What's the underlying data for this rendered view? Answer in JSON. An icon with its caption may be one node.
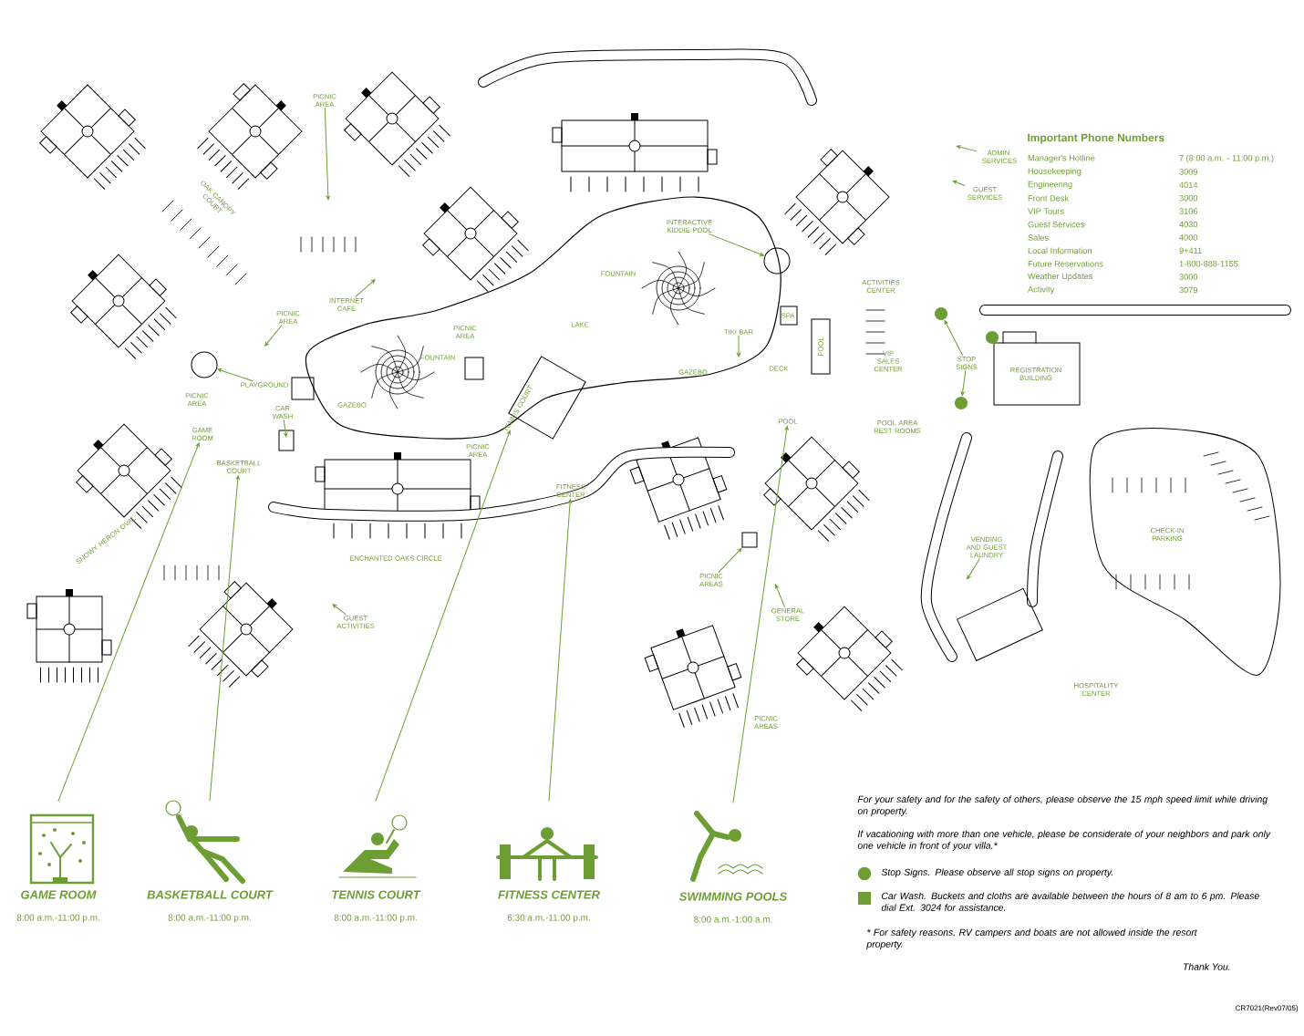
{
  "diagram": {
    "nodes": [
      {
        "text": [
          "GAME ROOM",
          "8:00 a.m.-11:00 p.m."
        ]
      },
      {
        "text": [
          "BASKETBALL COURT",
          "8:00 a.m.-11:00 p.m."
        ]
      },
      {
        "text": [
          "TENNIS COURT",
          "8:00 a.m.-11:00 p.m."
        ]
      },
      {
        "text": [
          "FITNESS CENTER",
          "6:30 a.m.-11:00 p.m."
        ]
      },
      {
        "text": [
          "SWIMMING POOLS",
          "8:00 a.m.-1:00 a.m."
        ]
      },
      {
        "text": [
          "GAME ROOM"
        ]
      },
      {
        "text": [
          "BASKETBALL COURT"
        ]
      },
      {
        "text": [
          "TENNIS COURT"
        ]
      },
      {
        "text": [
          "FITNESS CENTER"
        ]
      },
      {
        "text": [
          "POOL"
        ]
      },
      {
        "text": [
          "PICNIC AREA"
        ]
      },
      {
        "text": [
          "INTERNET CAFE"
        ]
      },
      {
        "text": [
          "PICNIC AREA"
        ]
      },
      {
        "text": [
          "PLAYGROUND"
        ]
      },
      {
        "text": [
          "INTERACTIVE KIDDIE POOL"
        ]
      },
      {
        "text": [
          "TIKI BAR"
        ]
      },
      {
        "text": [
          "CAR WASH"
        ]
      },
      {
        "text": [
          "GUEST ACTIVITIES"
        ]
      },
      {
        "text": [
          "PICNIC AREAS"
        ]
      },
      {
        "text": [
          "GENERAL STORE"
        ]
      },
      {
        "text": [
          "VENDING AND GUEST LAUNDRY"
        ]
      },
      {
        "text": [
          "STOP SIGNS"
        ]
      },
      {
        "text": [
          "ADMIN. SERVICES"
        ]
      },
      {
        "text": [
          "GUEST SERVICES"
        ]
      },
      {
        "text": [],
        "shape": "circle"
      },
      {
        "text": [],
        "shape": "circle"
      },
      {
        "text": [],
        "shape": "circle"
      },
      {
        "text": [],
        "shape": "circle"
      },
      {
        "text": [],
        "shape": "circle"
      },
      {
        "text": [],
        "shape": "box"
      }
    ],
    "edges": [
      {
        "from": 0,
        "to": 5,
        "arrow": "to"
      },
      {
        "from": 1,
        "to": 6,
        "arrow": "to"
      },
      {
        "from": 2,
        "to": 7,
        "arrow": "to"
      },
      {
        "from": 3,
        "to": 8,
        "arrow": "to"
      },
      {
        "from": 4,
        "to": 9,
        "arrow": "to"
      },
      {
        "from": 10,
        "to": null,
        "arrow": "to"
      },
      {
        "from": 11,
        "to": null,
        "arrow": "to"
      },
      {
        "from": 12,
        "to": null,
        "arrow": "to"
      },
      {
        "from": 13,
        "to": 24,
        "arrow": "to"
      },
      {
        "from": 14,
        "to": 25,
        "arrow": "to"
      },
      {
        "from": 15,
        "to": null,
        "arrow": "to"
      },
      {
        "from": 16,
        "to": null,
        "arrow": "to"
      },
      {
        "from": 17,
        "to": null,
        "arrow": "to"
      },
      {
        "from": 18,
        "to": 29,
        "arrow": "to"
      },
      {
        "from": 19,
        "to": null,
        "arrow": "to"
      },
      {
        "from": 20,
        "to": null,
        "arrow": "to"
      },
      {
        "from": 21,
        "to": 26,
        "arrow": "to"
      },
      {
        "from": 21,
        "to": 27,
        "arrow": "to"
      },
      {
        "from": 22,
        "to": null,
        "arrow": "to"
      },
      {
        "from": 23,
        "to": null,
        "arrow": "to"
      }
    ],
    "labels": [
      "OAK CANOPY COURT",
      "PICNIC AREA",
      "FOUNTAIN",
      "FOUNTAIN",
      "LAKE",
      "PICNIC AREA",
      "GAZEBO",
      "GAZEBO",
      "DECK",
      "SPA",
      "POOL",
      "ACTIVITIES CENTER",
      "VIP SALES CENTER",
      "REGISTRATION BUILDING",
      "POOL AREA REST ROOMS",
      "PICNIC AREA",
      "SNOWY HERON OVAL",
      "ENCHANTED OAKS CIRCLE",
      "CHECK-IN PARKING",
      "PICNIC AREAS",
      "HOSPITALITY CENTER",
      "Important Phone Numbers",
      "Manager's Hotline",
      "7 (8:00 a.m. - 11:00 p.m.)",
      "Housekeeping",
      "3009",
      "Engineering",
      "4014",
      "Front Desk",
      "3000",
      "VIP Tours",
      "3106",
      "Guest Services",
      "4030",
      "Sales",
      "4000",
      "Local Information",
      "9+411",
      "Future Reservations",
      "1-800-888-1155",
      "Weather Updates",
      "3000",
      "Activity",
      "3079",
      "For your safety and for the safety of others, please observe the 15 mph speed limit while driving on property.",
      "If vacationing with more than one vehicle, please be considerate of your neighbors and park only one vehicle in front of your villa.*",
      "* For safety reasons, RV campers and boats are not allowed inside the resort property.",
      "Thank You.",
      "CR7021(Rev07/05)"
    ],
    "legend": [
      {
        "text": "Stop Signs. Please observe all stop signs on property.",
        "color": "#6d9e34"
      },
      {
        "text": "Car Wash. Buckets and cloths are available between the hours of 8 am to 6 pm. Please dial Ext. 3024 for assistance.",
        "color": "#6d9e34"
      }
    ]
  }
}
